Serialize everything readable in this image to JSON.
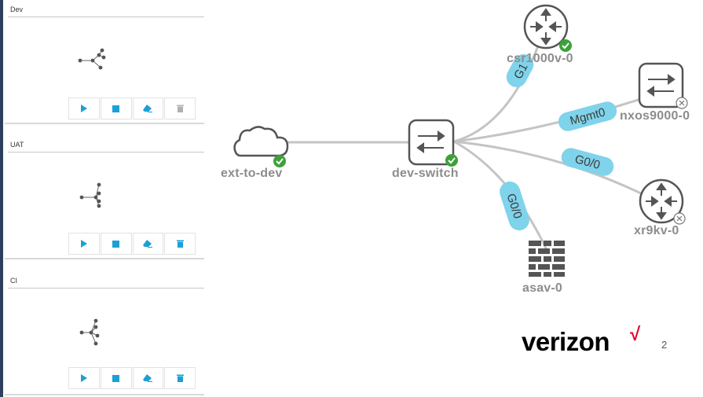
{
  "labs": [
    {
      "title": "Dev",
      "delete_enabled": false
    },
    {
      "title": "UAT",
      "delete_enabled": true
    },
    {
      "title": "CI",
      "delete_enabled": true
    }
  ],
  "toolbar_icons": [
    "play-icon",
    "stop-icon",
    "wipe-icon",
    "trash-icon"
  ],
  "colors": {
    "accent": "#1ba0d7",
    "disabled": "#b0b0b0",
    "link_pill": "#7fd3ea",
    "node_label": "#8d8d8d",
    "status_ok": "#3da13a",
    "brand_check": "#e4002b"
  },
  "nodes": {
    "csr": {
      "label": "csr1000v-0",
      "status": "booted"
    },
    "nxos": {
      "label": "nxos9000-0",
      "status": "stopped"
    },
    "xr": {
      "label": "xr9kv-0",
      "status": "stopped"
    },
    "ext": {
      "label": "ext-to-dev",
      "status": "booted"
    },
    "switch": {
      "label": "dev-switch",
      "status": "booted"
    },
    "asav": {
      "label": "asav-0"
    }
  },
  "links": {
    "csr": "G1",
    "nxos": "Mgmt0",
    "xr": "G0/0",
    "asav": "G0/0"
  },
  "brand": {
    "name": "verizon",
    "check": "√"
  },
  "page_number": "2"
}
